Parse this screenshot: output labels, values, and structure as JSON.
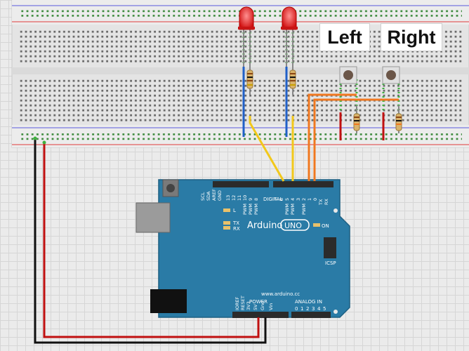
{
  "labels": {
    "left": "Left",
    "right": "Right"
  },
  "board": {
    "brand": "Arduino",
    "model": "UNO",
    "url": "www.arduino.cc",
    "digital": "DIGITAL",
    "analog_in": "ANALOG IN",
    "power": "POWER",
    "icsp": "ICSP",
    "on": "ON",
    "l": "L",
    "tx": "TX",
    "rx": "RX",
    "top_pins": [
      "SCL",
      "SDA",
      "AREF",
      "GND",
      "13",
      "12",
      "11",
      "10",
      "9",
      "8",
      "7",
      "6",
      "5",
      "4",
      "3",
      "2",
      "1",
      "0"
    ],
    "pwm": "PWM",
    "tx_pin": "TX",
    "rx_pin": "RX",
    "power_pins": [
      "IOREF",
      "RESET",
      "3V3",
      "5V",
      "Gnd",
      "Vin"
    ],
    "analog_pins": [
      "0",
      "1",
      "2",
      "3",
      "4",
      "5"
    ]
  },
  "colors": {
    "board": "#2a7ba6",
    "wire_red": "#c01010",
    "wire_black": "#111111",
    "wire_blue": "#2060c8",
    "wire_yellow": "#f2c81b",
    "wire_orange": "#f07820",
    "led": "#e21b1b",
    "breadboard": "#e8e8e8"
  }
}
